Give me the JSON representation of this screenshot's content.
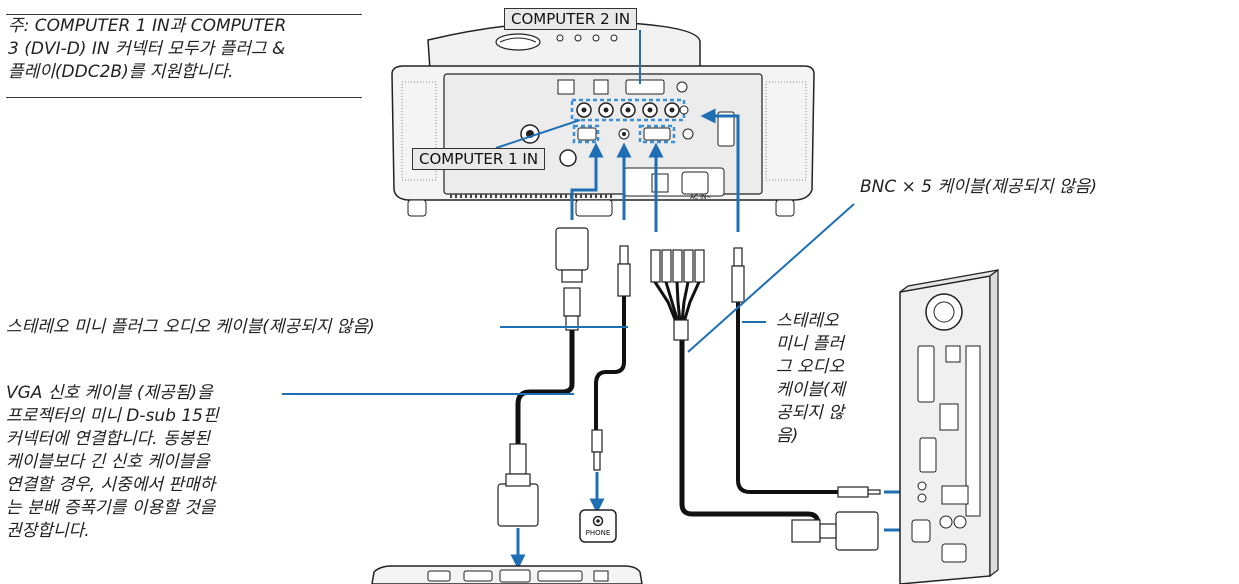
{
  "note": {
    "lines": [
      "주: COMPUTER 1 IN과 COMPUTER",
      "3 (DVI-D) IN 커넥터 모두가 플러그 &",
      "플레이(DDC2B)를 지원합니다."
    ]
  },
  "labels": {
    "computer2_in": "COMPUTER 2 IN",
    "computer1_in": "COMPUTER 1 IN",
    "bnc_cable": "BNC × 5 케이블(제공되지 않음)",
    "stereo_cable_left": "스테레오 미니 플러그 오디오 케이블(제공되지 않음)",
    "stereo_cable_right_lines": [
      "스테레오",
      "미니 플러",
      "그 오디오",
      "케이블(제",
      "공되지 않",
      "음)"
    ],
    "vga_cable_lines": [
      "VGA 신호 케이블 (제공됨)을",
      "프로젝터의 미니 D-sub 15핀",
      "커넥터에 연결합니다. 동봉된",
      "케이블보다 긴 신호 케이블을",
      "연결할 경우, 시중에서 판매하",
      "는 분배 증폭기를 이용할 것을",
      "권장합니다."
    ],
    "phone_port": "PHONE",
    "ac_in": "AC IN~"
  },
  "colors": {
    "leader": "#1f6fb5",
    "arrow": "#1f6fb5",
    "cable": "#111111",
    "device_outline": "#222222",
    "device_fill": "#f4f4f4",
    "highlight": "#3a8fd6"
  }
}
